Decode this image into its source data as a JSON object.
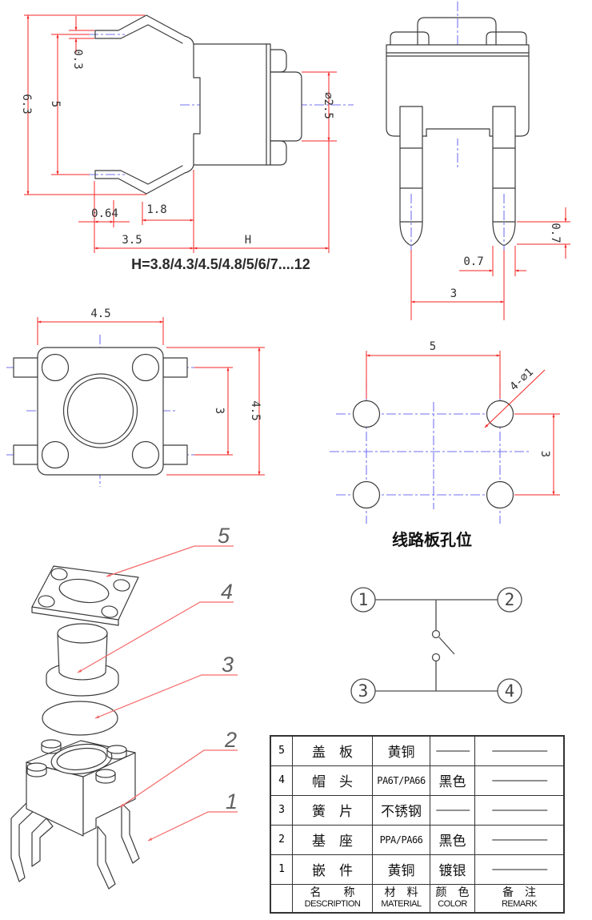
{
  "colors": {
    "outline": "#3b3b3b",
    "dimension_red": "#f42525",
    "centerline_blue": "#7272f2",
    "leader_red": "#f66a6a",
    "text": "#2e2e2e"
  },
  "side_view": {
    "dim_total_height": "6.3",
    "dim_pin_span": "5",
    "dim_pin_offset": "0.3",
    "dim_pin_tip_len": "0.64",
    "dim_body_inset": "1.8",
    "dim_pin_to_body": "3.5",
    "dim_body_height": "H",
    "dim_stem_dia": "⌀2.5",
    "h_note": "H=3.8/4.3/4.5/4.8/5/6/7....12"
  },
  "front_view": {
    "dim_pin_tip_height": "0.7",
    "dim_pin_width": "0.7",
    "dim_pin_pitch": "3"
  },
  "top_view": {
    "dim_width": "4.5",
    "dim_height": "4.5",
    "dim_tab_span": "3"
  },
  "pcb_view": {
    "dim_hole_pitch_x": "5",
    "dim_hole_pitch_y": "3",
    "hole_callout": "4-⌀1",
    "caption": "线路板孔位"
  },
  "exploded_view": {
    "part_labels": [
      "5",
      "4",
      "3",
      "2",
      "1"
    ]
  },
  "schematic": {
    "terminals": [
      "1",
      "2",
      "3",
      "4"
    ]
  },
  "parts_table": {
    "rows": [
      {
        "no": "5",
        "name": "盖　板",
        "material": "黄铜",
        "color": "———",
        "remark": "—————"
      },
      {
        "no": "4",
        "name": "帽　头",
        "material": "PA6T/PA66",
        "color": "黑色",
        "remark": "—————"
      },
      {
        "no": "3",
        "name": "簧　片",
        "material": "不锈钢",
        "color": "———",
        "remark": "—————"
      },
      {
        "no": "2",
        "name": "基　座",
        "material": "PPA/PA66",
        "color": "黑色",
        "remark": "—————"
      },
      {
        "no": "1",
        "name": "嵌　件",
        "material": "黄铜",
        "color": "镀银",
        "remark": "—————"
      }
    ],
    "header": {
      "name_cn": "名　　称",
      "name_en": "DESCRIPTION",
      "material_cn": "材　料",
      "material_en": "MATERIAL",
      "color_cn": "颜　色",
      "color_en": "COLOR",
      "remark_cn": "备　注",
      "remark_en": "REMARK"
    }
  }
}
